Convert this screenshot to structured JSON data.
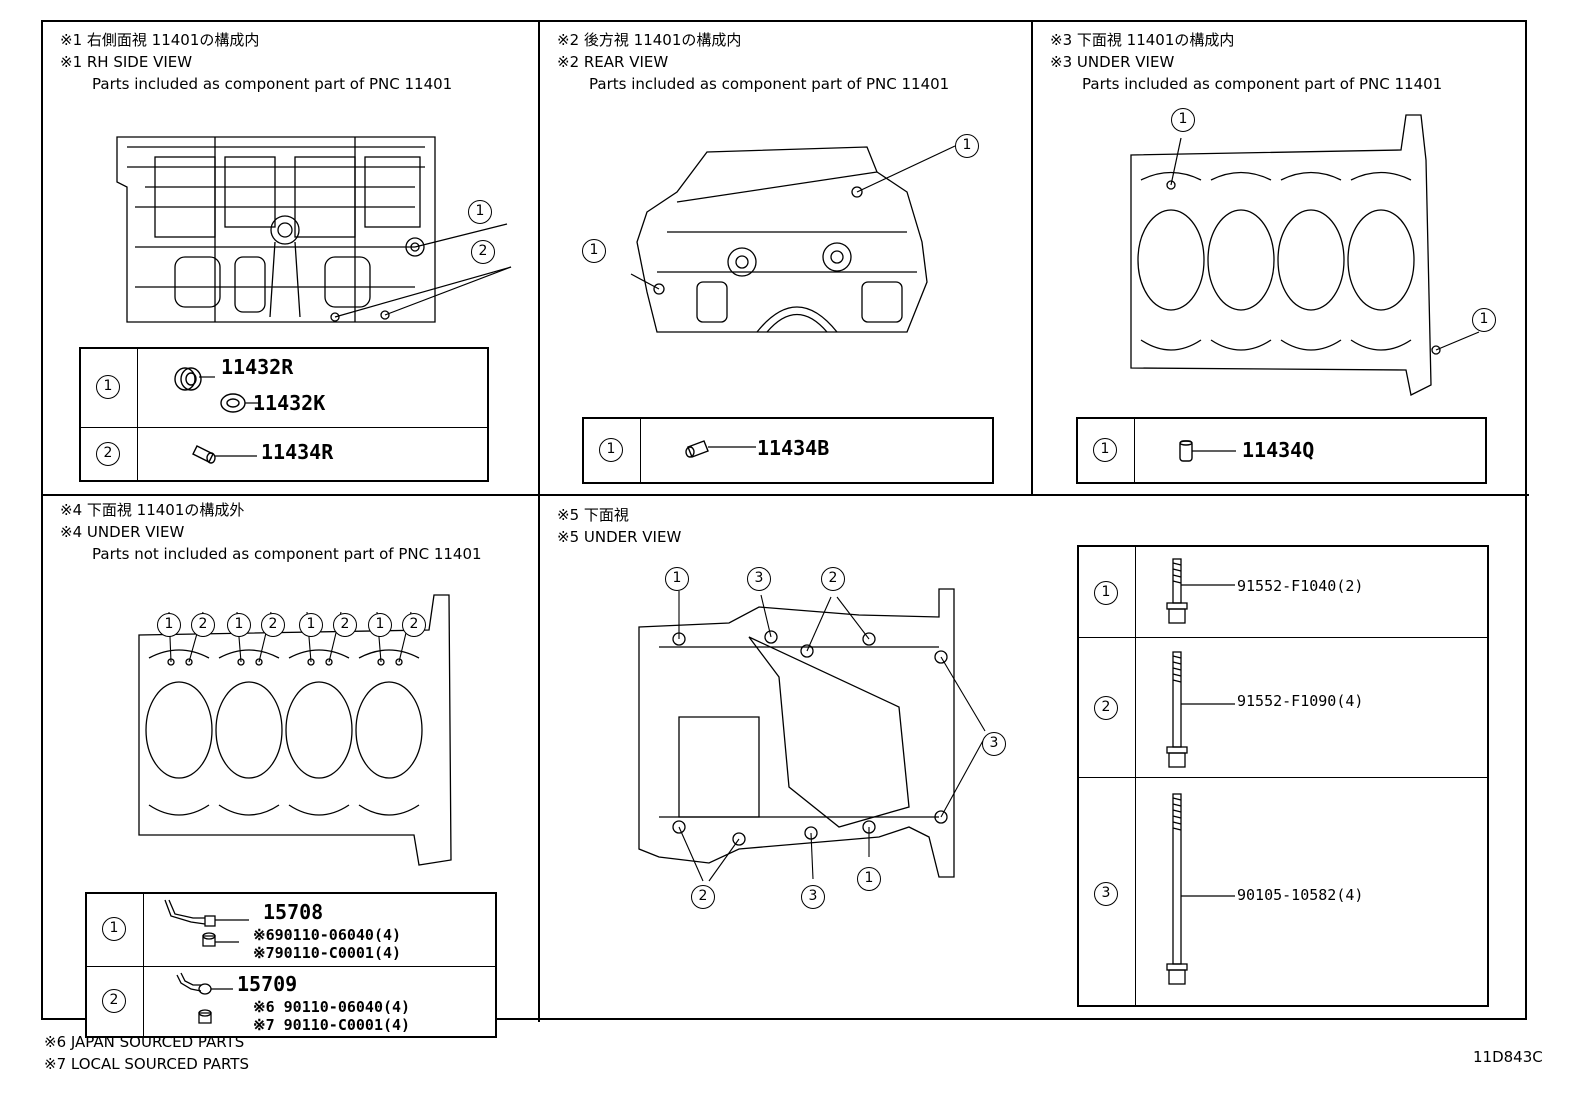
{
  "panels": {
    "p1": {
      "h1": "※1 右側面視 11401の構成内",
      "h2": "※1 RH SIDE VIEW",
      "h3": "Parts included as component part of PNC 11401",
      "rows": [
        {
          "num": "1",
          "parts": [
            "11432R",
            "11432K"
          ]
        },
        {
          "num": "2",
          "parts": [
            "11434R"
          ]
        }
      ]
    },
    "p2": {
      "h1": "※2 後方視 11401の構成内",
      "h2": "※2 REAR VIEW",
      "h3": "Parts included as component part of PNC 11401",
      "rows": [
        {
          "num": "1",
          "parts": [
            "11434B"
          ]
        }
      ]
    },
    "p3": {
      "h1": "※3 下面視 11401の構成内",
      "h2": "※3 UNDER VIEW",
      "h3": "Parts included as component part of PNC 11401",
      "rows": [
        {
          "num": "1",
          "parts": [
            "11434Q"
          ]
        }
      ]
    },
    "p4": {
      "h1": "※4 下面視 11401の構成外",
      "h2": "※4 UNDER VIEW",
      "h3": "Parts not included as component part of PNC 11401",
      "rows": [
        {
          "num": "1",
          "main": "15708",
          "a": "※690110-06040(4)",
          "b": "※790110-C0001(4)"
        },
        {
          "num": "2",
          "main": "15709",
          "a": "※6 90110-06040(4)",
          "b": "※7 90110-C0001(4)"
        }
      ]
    },
    "p5": {
      "h1": "※5 下面視",
      "h2": "※5 UNDER VIEW",
      "rows": [
        {
          "num": "1",
          "part": "91552-F1040(2)"
        },
        {
          "num": "2",
          "part": "91552-F1090(4)"
        },
        {
          "num": "3",
          "part": "90105-10582(4)"
        }
      ]
    }
  },
  "callouts": {
    "one": "1",
    "two": "2",
    "three": "3"
  },
  "footer": {
    "note6": "※6 JAPAN SOURCED PARTS",
    "note7": "※7 LOCAL SOURCED PARTS",
    "code": "11D843C"
  }
}
